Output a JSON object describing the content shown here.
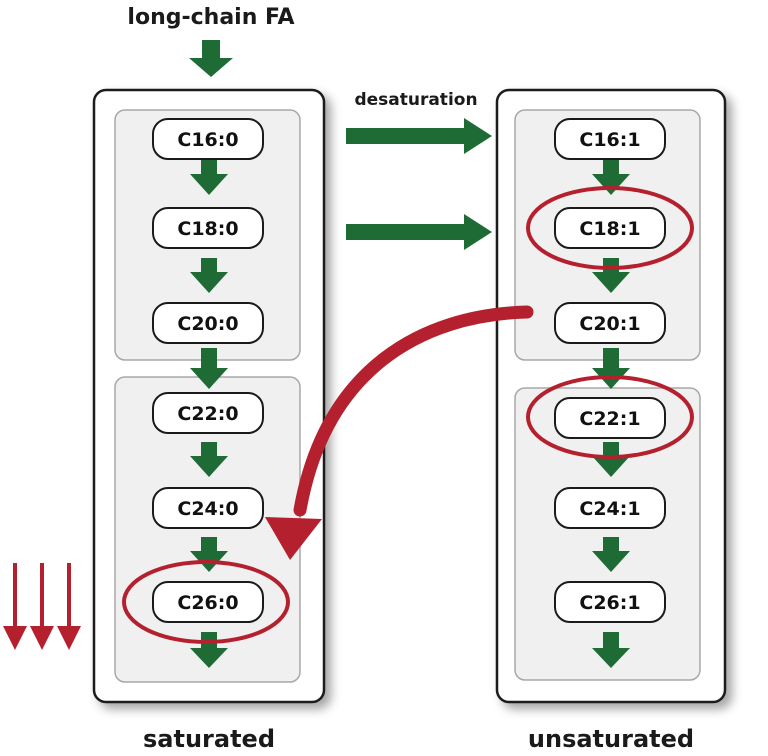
{
  "top_label": "long-chain FA",
  "process_label": "desaturation",
  "saturated": {
    "label": "saturated",
    "nodes": [
      "C16:0",
      "C18:0",
      "C20:0",
      "C22:0",
      "C24:0",
      "C26:0"
    ]
  },
  "unsaturated": {
    "label": "unsaturated",
    "nodes": [
      "C16:1",
      "C18:1",
      "C20:1",
      "C22:1",
      "C24:1",
      "C26:1"
    ]
  },
  "colors": {
    "arrow_green": "#1f6b36",
    "highlight_red": "#b5202e",
    "panel_border": "#1a1a1a",
    "group_fill": "#f0f0f0",
    "group_border": "#a8a8a8"
  }
}
